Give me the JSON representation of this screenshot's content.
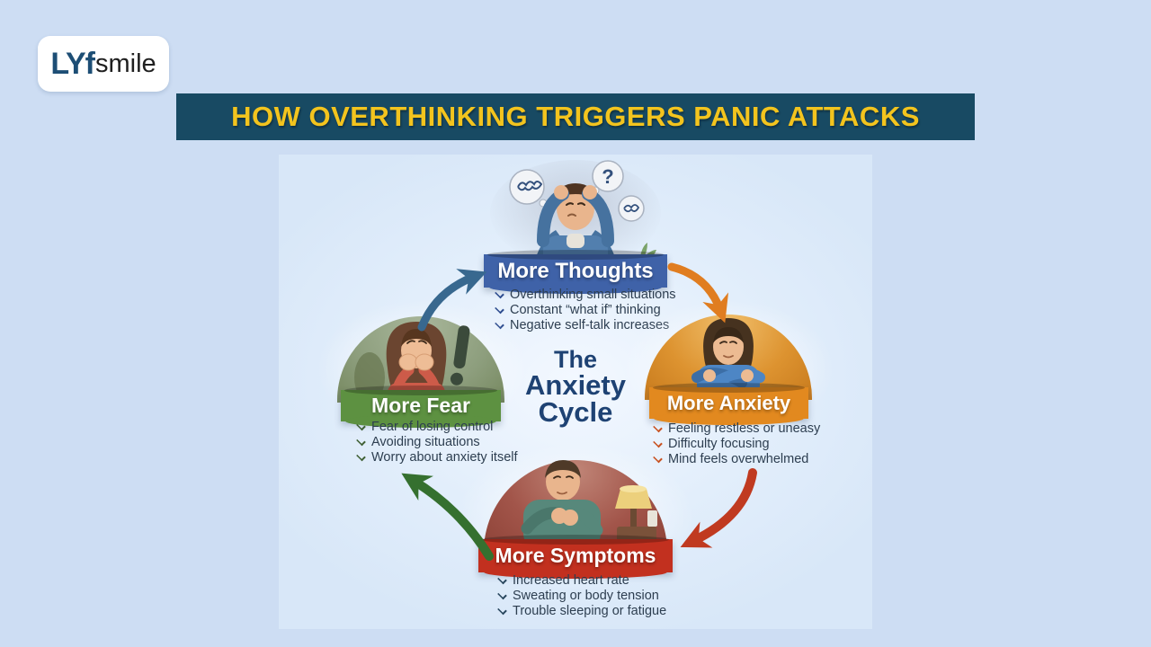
{
  "brand": {
    "name_primary": "LYf",
    "name_secondary": "smile",
    "primary_color": "#1d4e75",
    "secondary_color": "#1f1f1f"
  },
  "header": {
    "title": "HOW OVERTHINKING TRIGGERS PANIC ATTACKS",
    "bg_color": "#184a63",
    "text_color": "#f3c41e"
  },
  "center_title": {
    "line1": "The",
    "line2": "Anxiety",
    "line3": "Cycle",
    "color": "#1e4273"
  },
  "icons": {
    "question_mark": "?",
    "exclamation": "!"
  },
  "sections": [
    {
      "id": "more-thoughts",
      "label": "More Thoughts",
      "color": "#3f62a8",
      "mark_color": "#2c4b8e",
      "illustration": "man-holding-head-with-thought-bubbles",
      "bullets": [
        "Overthinking small situations",
        "Constant “what if” thinking",
        "Negative self-talk increases"
      ]
    },
    {
      "id": "more-anxiety",
      "label": "More Anxiety",
      "color": "#e2891f",
      "mark_color": "#c8511f",
      "illustration": "anxious-woman-hugging-herself",
      "bullets": [
        "Feeling restless or uneasy",
        "Difficulty focusing",
        "Mind feels overwhelmed"
      ]
    },
    {
      "id": "more-symptoms",
      "label": "More Symptoms",
      "color": "#c2301f",
      "mark_color": "#27455c",
      "illustration": "man-clutching-chest-at-night",
      "bullets": [
        "Increased heart rate",
        "Sweating or body tension",
        "Trouble sleeping or fatigue"
      ]
    },
    {
      "id": "more-fear",
      "label": "More Fear",
      "color": "#5d9141",
      "mark_color": "#3e5f33",
      "illustration": "frightened-woman-covering-mouth",
      "bullets": [
        "Fear of losing control",
        "Avoiding situations",
        "Worry about anxiety itself"
      ]
    }
  ],
  "arrows": [
    {
      "from": "More Thoughts",
      "to": "More Anxiety",
      "color": "#e07d20"
    },
    {
      "from": "More Anxiety",
      "to": "More Symptoms",
      "color": "#c03a20"
    },
    {
      "from": "More Symptoms",
      "to": "More Fear",
      "color": "#35702f"
    },
    {
      "from": "More Fear",
      "to": "More Thoughts",
      "color": "#38688f"
    }
  ]
}
